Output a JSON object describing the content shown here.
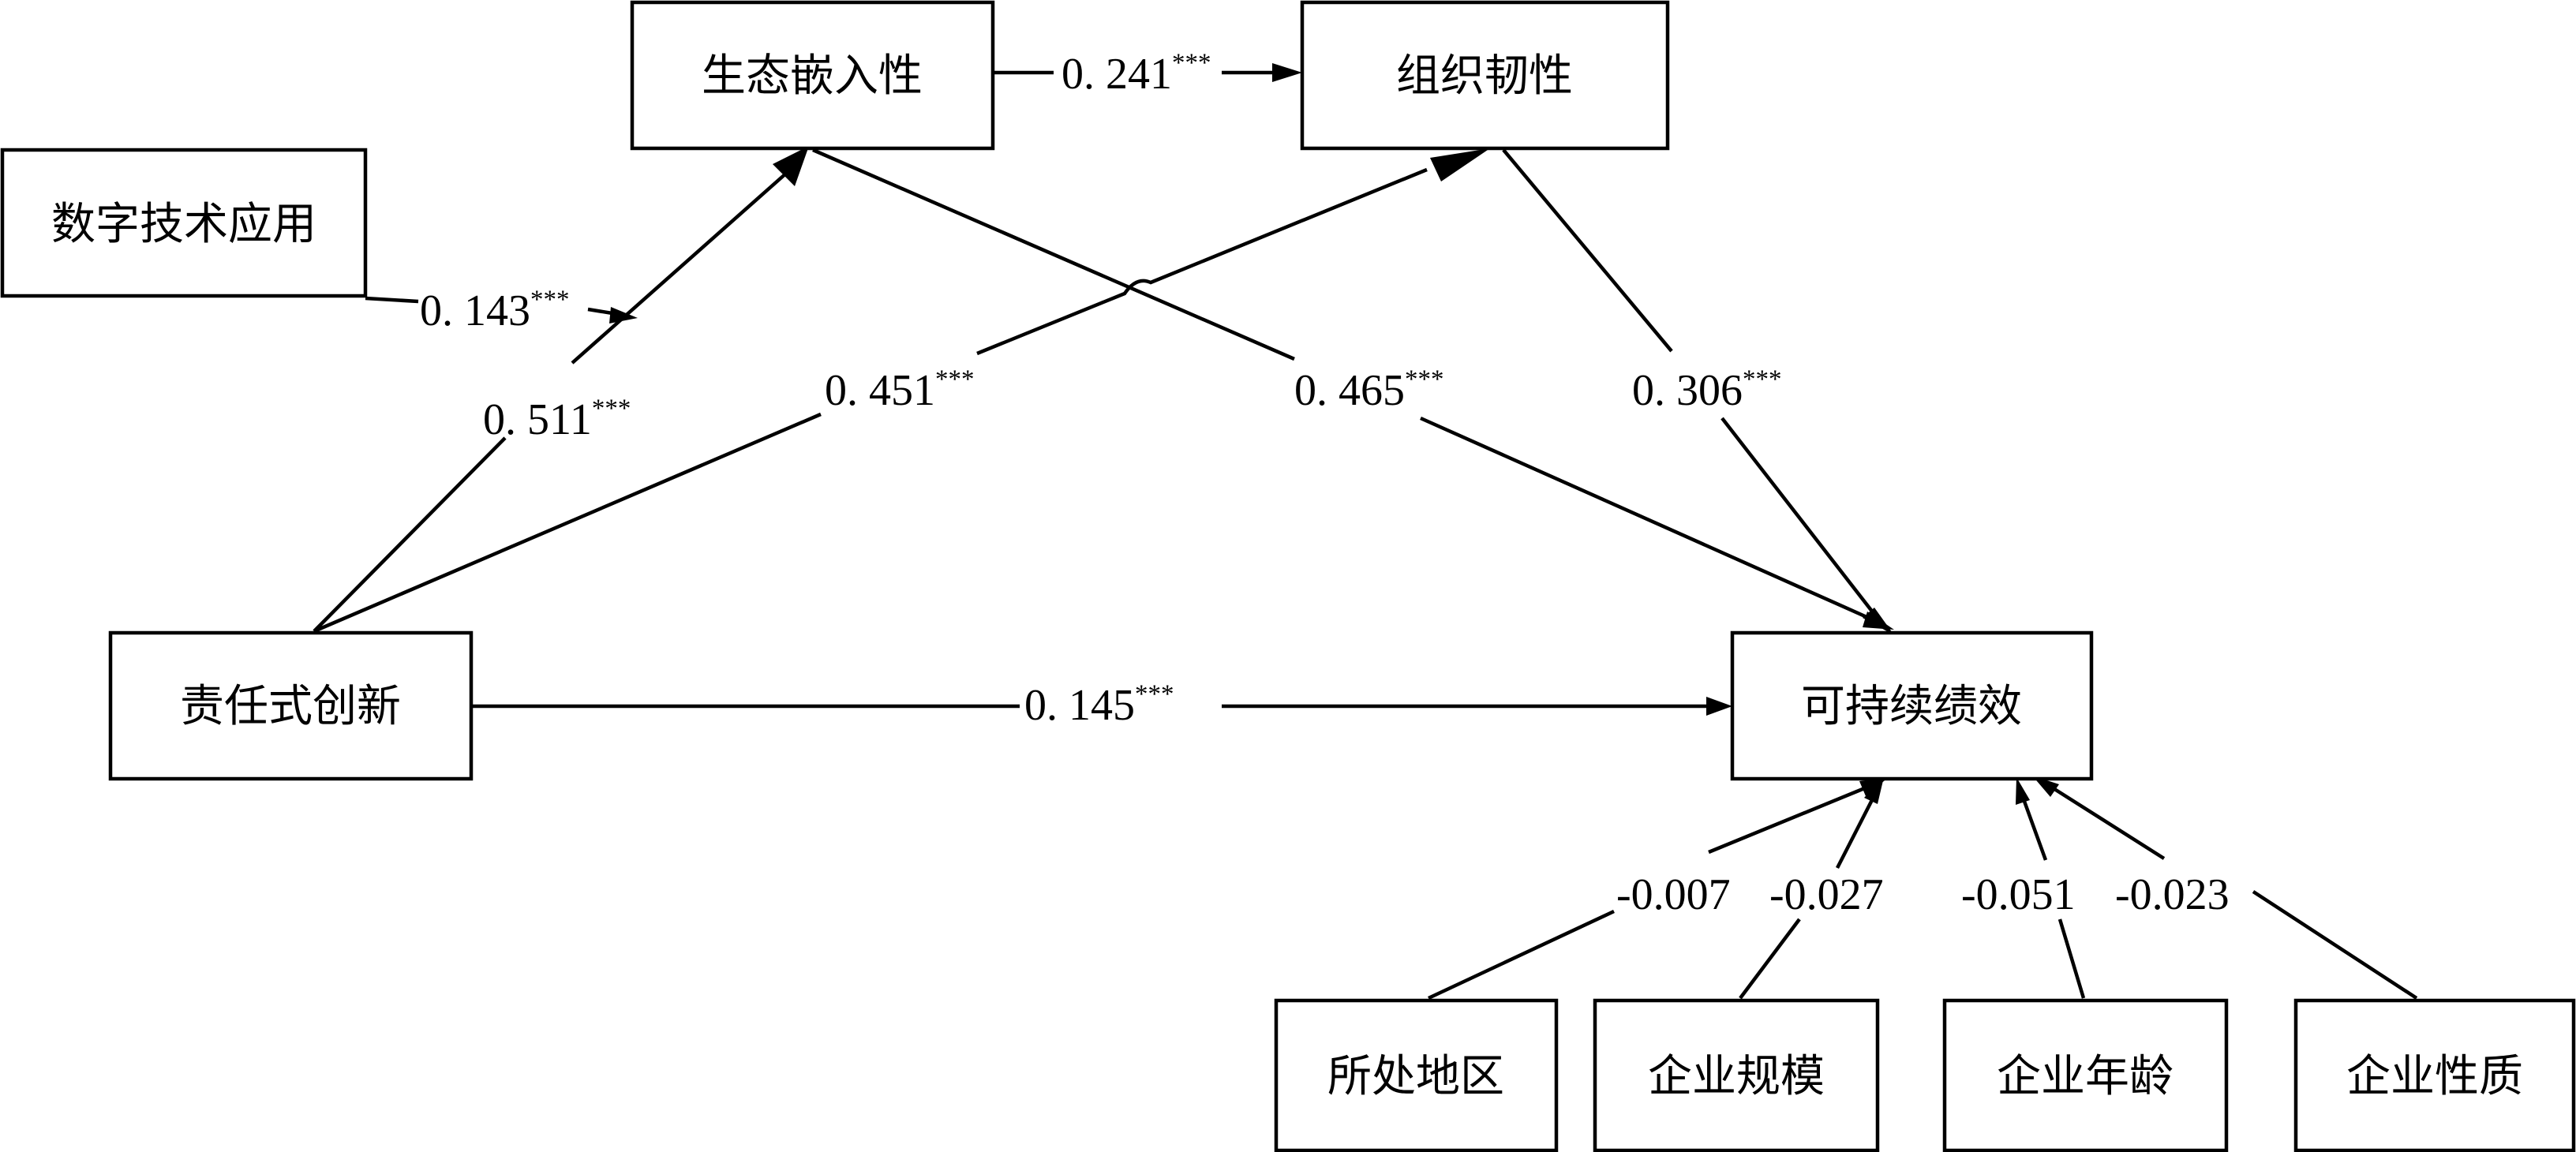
{
  "nodes": {
    "digital_tech": "数字技术应用",
    "eco_embed": "生态嵌入性",
    "org_resilience": "组织韧性",
    "resp_innovation": "责任式创新",
    "sustain_perf": "可持续绩效",
    "region": "所处地区",
    "firm_size": "企业规模",
    "firm_age": "企业年龄",
    "firm_nature": "企业性质"
  },
  "coefficients": {
    "embed_to_resilience": {
      "value": "0. 241",
      "sig": "***"
    },
    "digital_moderation": {
      "value": "0. 143",
      "sig": "***"
    },
    "innov_to_embed": {
      "value": "0. 511",
      "sig": "***"
    },
    "innov_to_resilience": {
      "value": "0. 451",
      "sig": "***"
    },
    "embed_to_perf": {
      "value": "0. 465",
      "sig": "***"
    },
    "resilience_to_perf": {
      "value": "0. 306",
      "sig": "***"
    },
    "innov_to_perf": {
      "value": "0. 145",
      "sig": "***"
    },
    "region_to_perf": "-0.007",
    "size_to_perf": "-0.027",
    "age_to_perf": "-0.051",
    "nature_to_perf": "-0.023"
  },
  "colors": {
    "stroke": "#000000",
    "background": "#ffffff"
  }
}
